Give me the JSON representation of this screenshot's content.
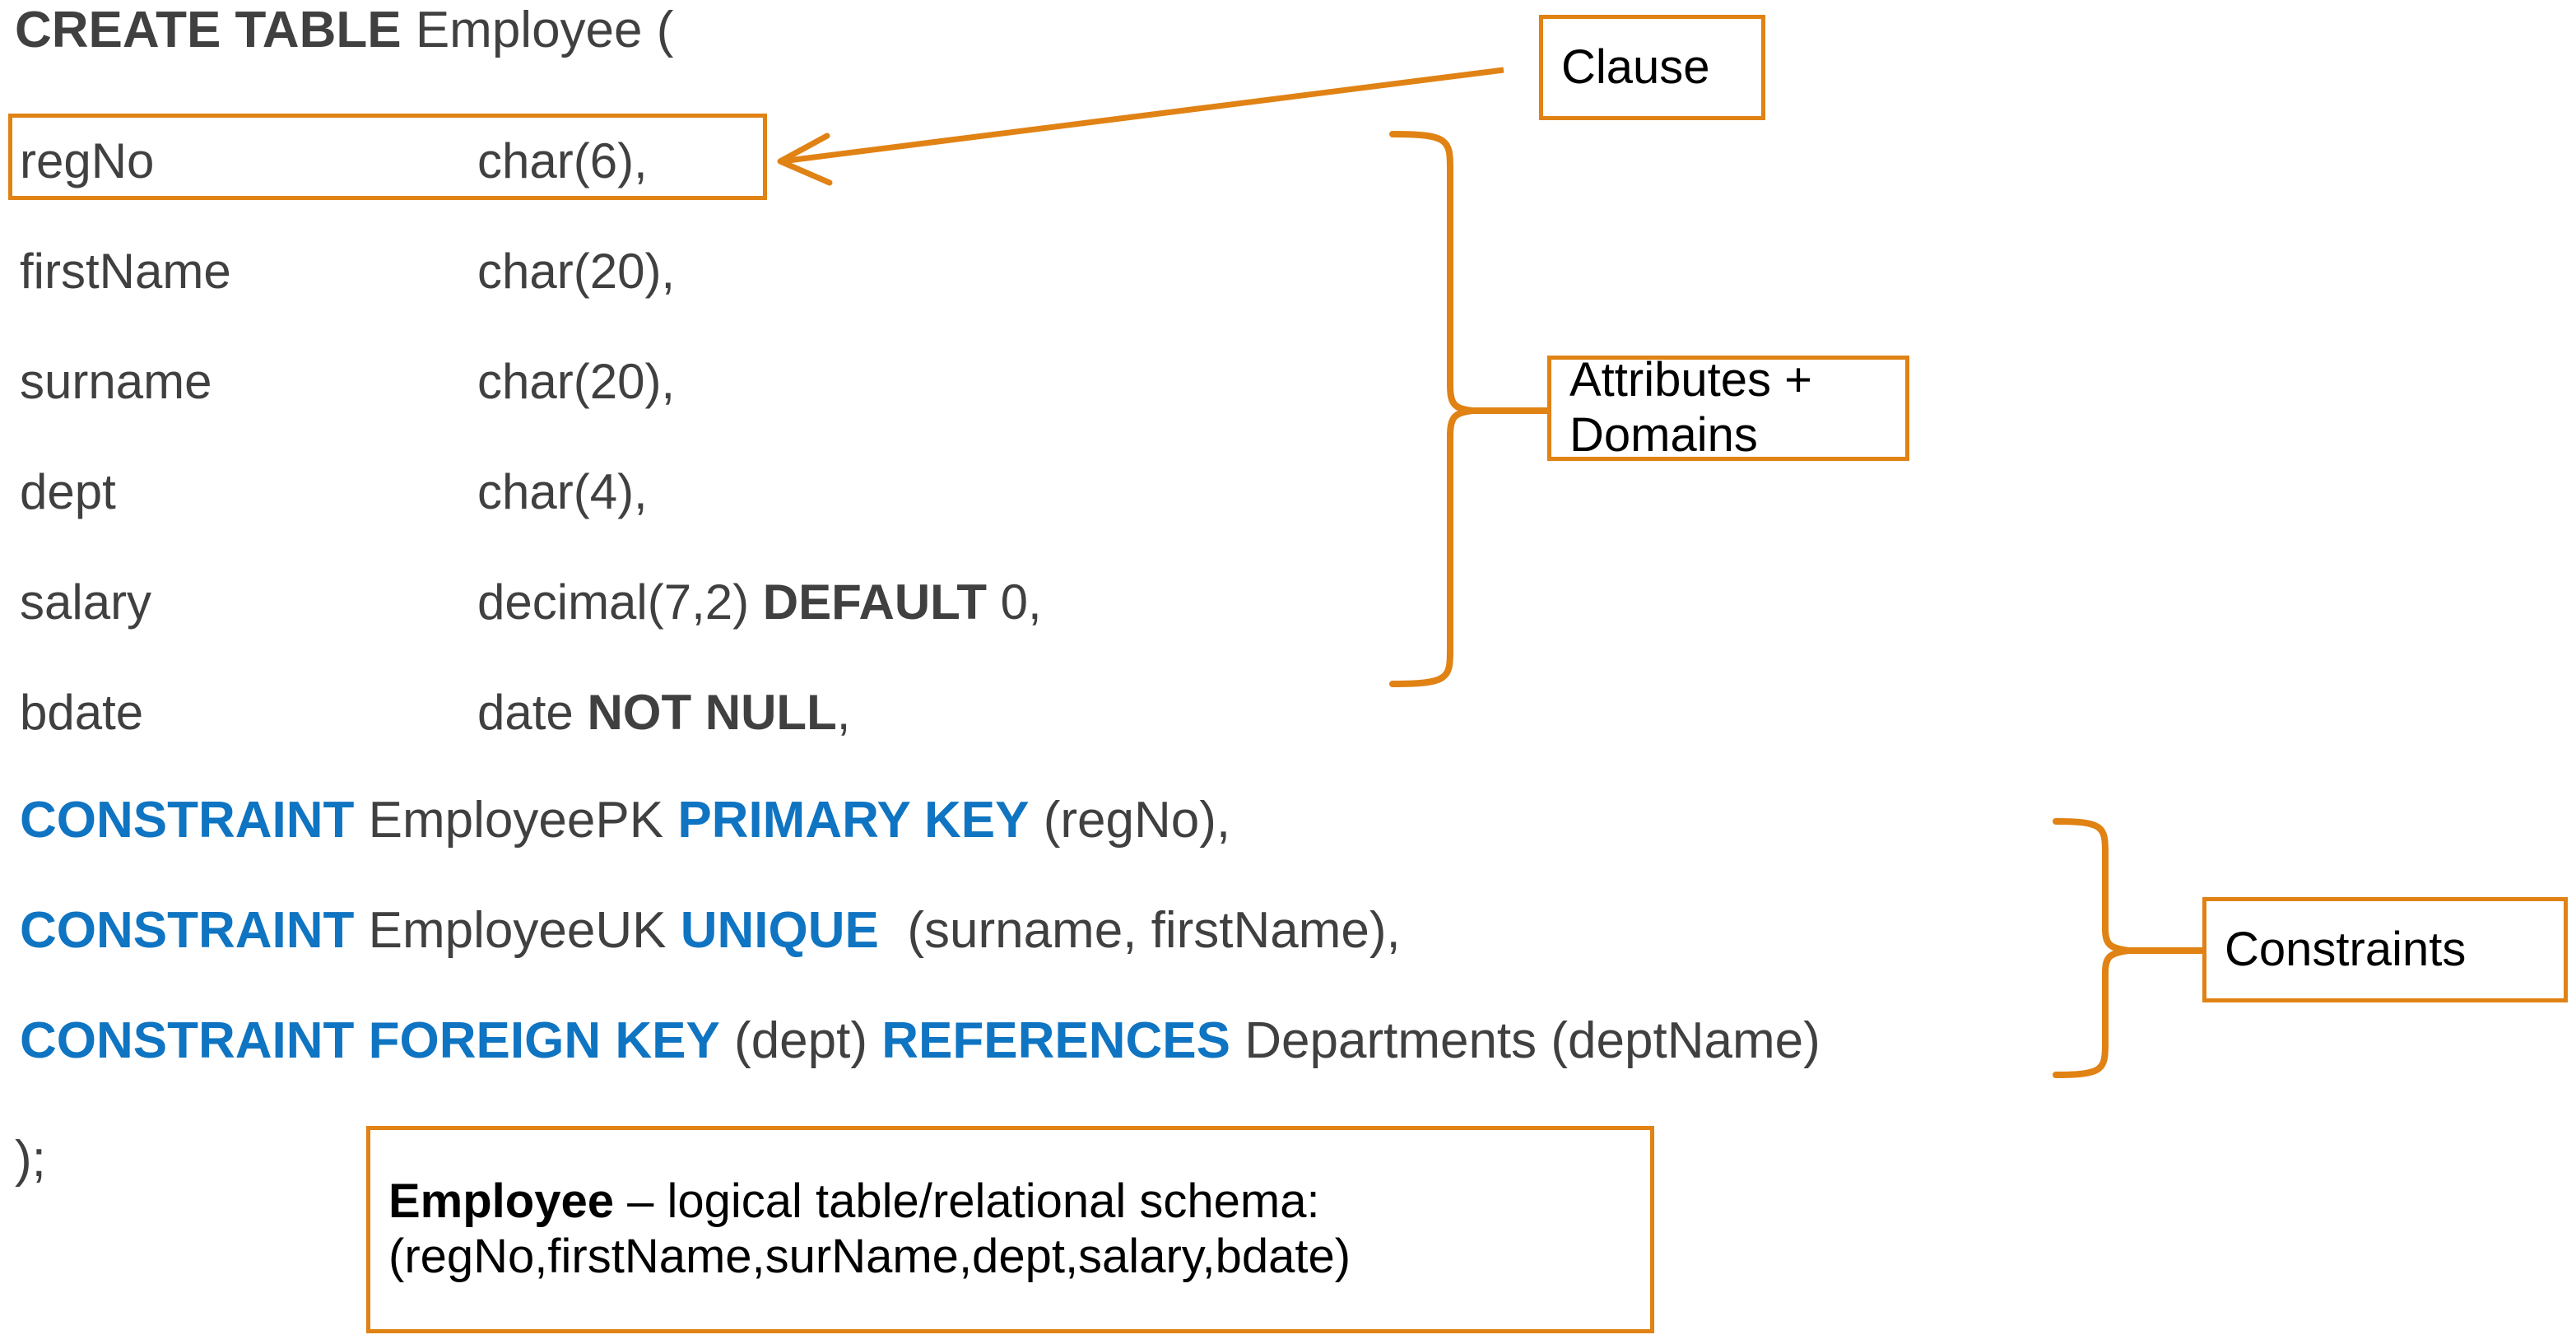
{
  "colors": {
    "accent_orange": "#E08214",
    "keyword_blue": "#0F74C1",
    "text_gray": "#404040",
    "callout_text": "#000000",
    "background": "#FFFFFF"
  },
  "statement": {
    "header": {
      "keyword": "CREATE TABLE",
      "table_name": "Employee",
      "open_paren": "("
    },
    "columns": [
      {
        "name": "regNo",
        "type": "char(6),",
        "modifier_keyword": "",
        "modifier_value": ""
      },
      {
        "name": "firstName",
        "type": "char(20),",
        "modifier_keyword": "",
        "modifier_value": ""
      },
      {
        "name": "surname",
        "type": "char(20),",
        "modifier_keyword": "",
        "modifier_value": ""
      },
      {
        "name": "dept",
        "type": "char(4),",
        "modifier_keyword": "",
        "modifier_value": ""
      },
      {
        "name": "salary",
        "type": "decimal(7,2)",
        "modifier_keyword": "DEFAULT",
        "modifier_value": "0,"
      },
      {
        "name": "bdate",
        "type": "date",
        "modifier_keyword": "NOT NULL",
        "modifier_value": ","
      }
    ],
    "constraints": [
      {
        "kw1": "CONSTRAINT",
        "name": "EmployeePK",
        "kw2": "PRIMARY KEY",
        "args": "(regNo),",
        "kw3": "",
        "tail": ""
      },
      {
        "kw1": "CONSTRAINT",
        "name": "EmployeeUK",
        "kw2": "UNIQUE",
        "args": "(surname, firstName),",
        "kw3": "",
        "tail": ""
      },
      {
        "kw1": "CONSTRAINT FOREIGN KEY",
        "name": "",
        "kw2": "",
        "args": "(dept)",
        "kw3": "REFERENCES",
        "tail": "Departments (deptName)"
      }
    ],
    "terminator": ");"
  },
  "annotations": {
    "clause": {
      "label": "Clause"
    },
    "attributes_domains": {
      "label": "Attributes + Domains"
    },
    "constraints": {
      "label": "Constraints"
    },
    "schema_note": {
      "bold_prefix": "Employee",
      "line1_rest": " – logical table/relational schema:",
      "line2": "(regNo,firstName,surName,dept,salary,bdate)"
    }
  }
}
